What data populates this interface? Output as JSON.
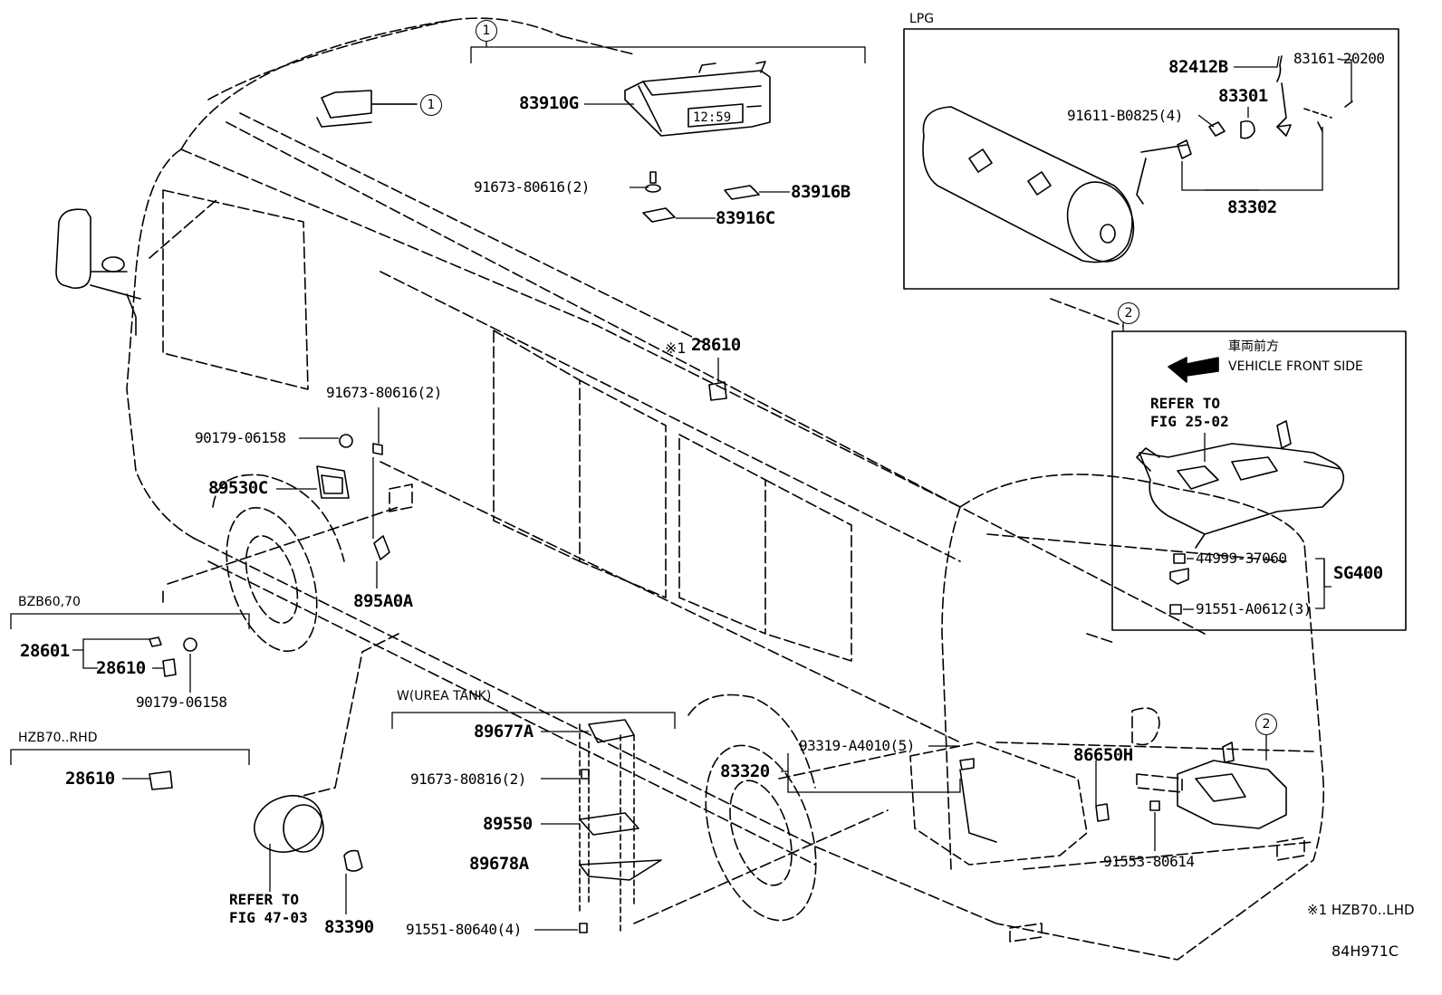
{
  "callouts": {
    "one": "1",
    "two": "2"
  },
  "groups": {
    "lpg": "LPG",
    "bzb": "BZB60,70",
    "hzb": "HZB70..RHD",
    "urea": "W(UREA TANK)"
  },
  "vehicle_front": {
    "jp": "車両前方",
    "en": "VEHICLE FRONT SIDE"
  },
  "refer_fig25": [
    "REFER TO",
    "FIG 25-02"
  ],
  "refer_fig47": [
    "REFER TO",
    "FIG 47-03"
  ],
  "parts": {
    "p83910G": "83910G",
    "p91673_80616_top": "91673-80616(2)",
    "p83916B": "83916B",
    "p83916C": "83916C",
    "p82412B": "82412B",
    "p83161": "83161-20200",
    "p83301": "83301",
    "p91611": "91611-B0825(4)",
    "p83302": "83302",
    "p28610_star": "28610",
    "star_mark": "※1",
    "p91673_80616_mid": "91673-80616(2)",
    "p90179_a": "90179-06158",
    "p89530C": "89530C",
    "p895A0A": "895A0A",
    "p28601": "28601",
    "p28610_bzb": "28610",
    "p90179_b": "90179-06158",
    "p28610_hzb": "28610",
    "p83390": "83390",
    "p89677A": "89677A",
    "p91673_80816": "91673-80816(2)",
    "p89550": "89550",
    "p89678A": "89678A",
    "p91551_80640": "91551-80640(4)",
    "p93319": "93319-A4010(5)",
    "p83320": "83320",
    "p86650H": "86650H",
    "p91553": "91553-80614",
    "p44999": "44999-37060",
    "pSG400": "SG400",
    "p91551_A0612": "91551-A0612(3)"
  },
  "footnote": "※1 HZB70..LHD",
  "figure_id": "84H971C"
}
